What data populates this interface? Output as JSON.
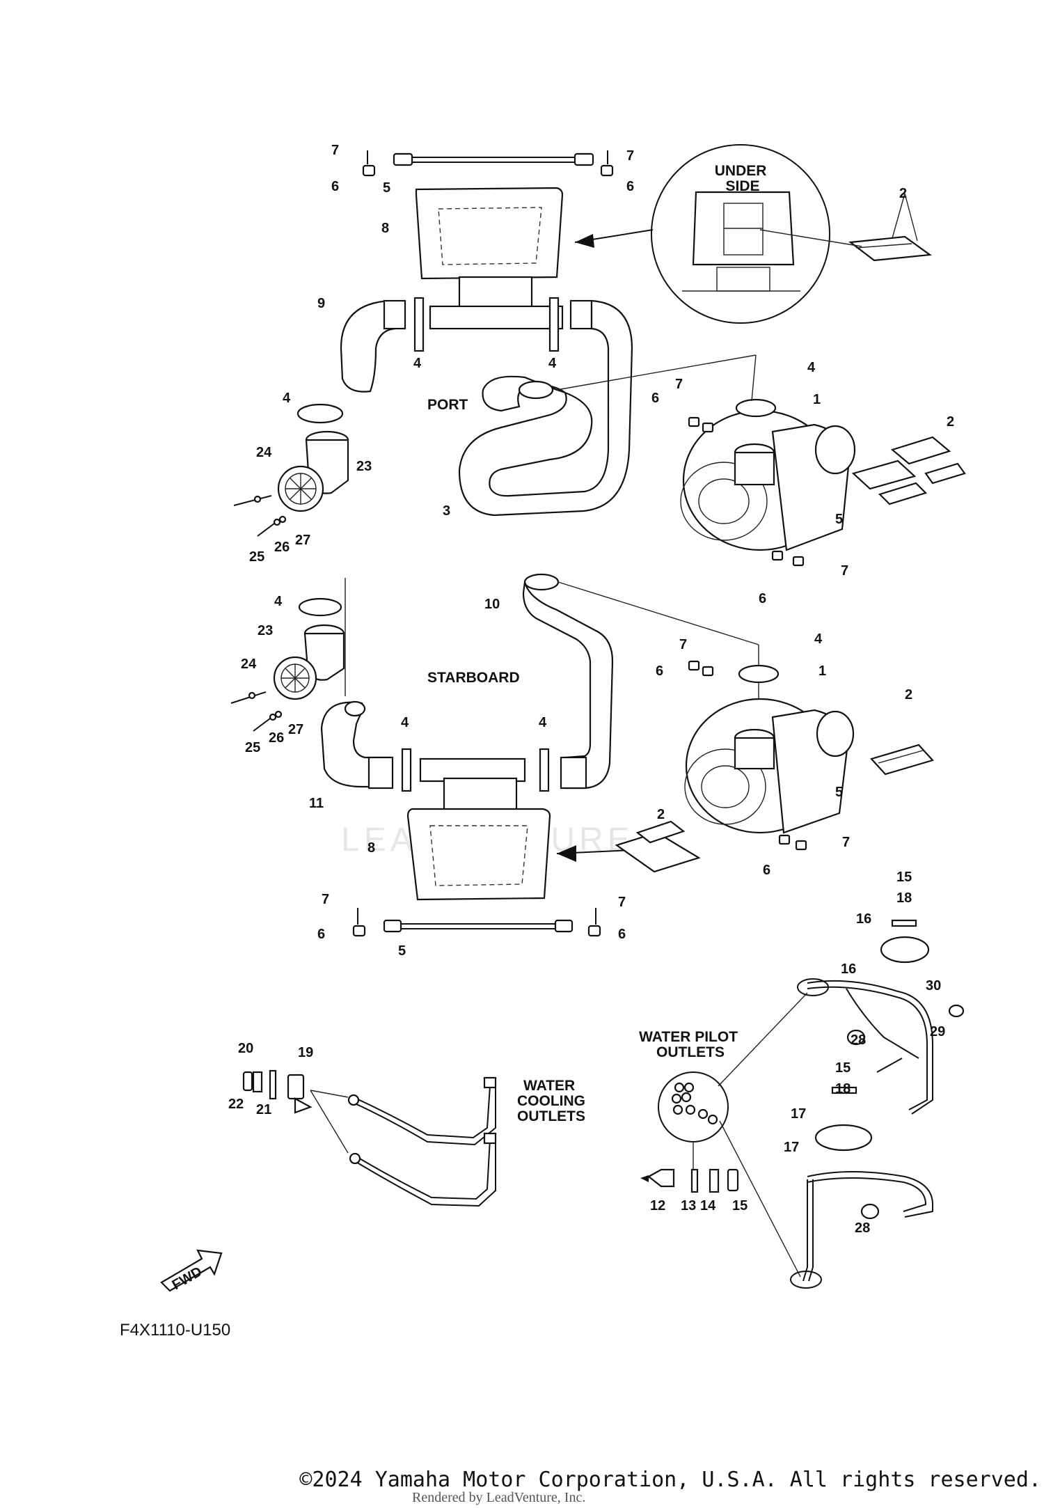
{
  "diagram": {
    "callouts": {
      "under_side": "UNDER\nSIDE",
      "port": "PORT",
      "starboard": "STARBOARD",
      "water_pilot_outlets": "WATER PILOT\nOUTLETS",
      "water_cooling_outlets": "WATER\nCOOLING\nOUTLETS",
      "fwd": "FWD"
    },
    "drawing_code": "F4X1110-U150",
    "watermark": "LEADVENTURE",
    "part_numbers": {
      "n1": "1",
      "n2": "2",
      "n3": "3",
      "n4": "4",
      "n5": "5",
      "n6": "6",
      "n7": "7",
      "n8": "8",
      "n9": "9",
      "n10": "10",
      "n11": "11",
      "n12": "12",
      "n13": "13",
      "n14": "14",
      "n15": "15",
      "n16": "16",
      "n17": "17",
      "n18": "18",
      "n19": "19",
      "n20": "20",
      "n21": "21",
      "n22": "22",
      "n23": "23",
      "n24": "24",
      "n25": "25",
      "n26": "26",
      "n27": "27",
      "n28": "28",
      "n29": "29",
      "n30": "30"
    }
  },
  "footer": {
    "copyright": "©2024 Yamaha Motor Corporation, U.S.A. All rights reserved.",
    "rendered_by": "Rendered by LeadVenture, Inc."
  }
}
